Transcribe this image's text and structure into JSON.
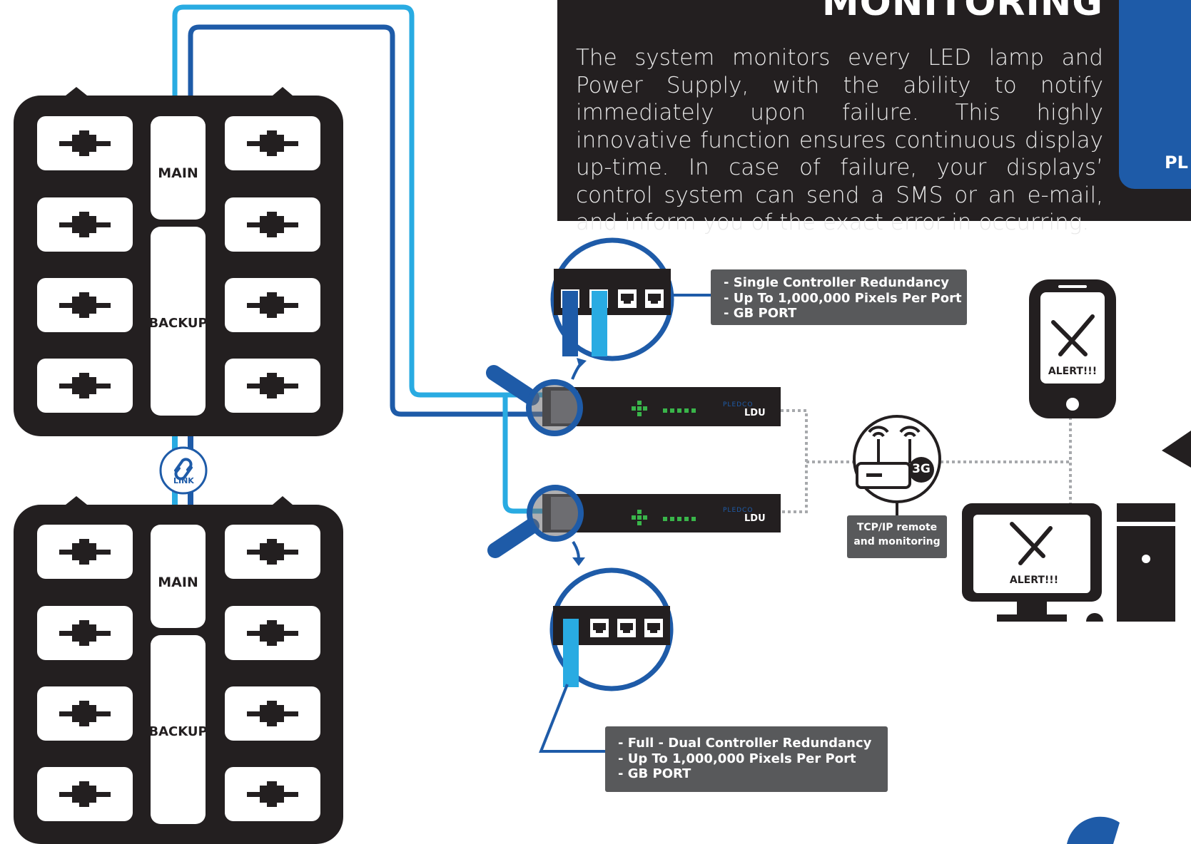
{
  "header": {
    "title": "MONITORING",
    "body": "The system monitors every LED lamp and Power Supply, with the ability to notify immediately upon failure. This highly innovative function ensures continuous display up-time. In case of failure, your displays’ control system can send a SMS or an  e-mail, and inform you of the exact error in occurring."
  },
  "side_tab": {
    "text": "PL"
  },
  "cabinets": [
    {
      "main_label": "MAIN",
      "backup_label": "BACKUP"
    },
    {
      "main_label": "MAIN",
      "backup_label": "BACKUP"
    }
  ],
  "link_label": "LINK",
  "controllers": [
    {
      "brand": "PLEDCO",
      "model": "LDU"
    },
    {
      "brand": "PLEDCO",
      "model": "LDU"
    }
  ],
  "info_top": [
    "- Single Controller Redundancy",
    "- Up To 1,000,000 Pixels Per Port",
    "- GB PORT"
  ],
  "info_bottom": [
    "- Full - Dual Controller Redundancy",
    "- Up To 1,000,000 Pixels Per Port",
    "- GB PORT"
  ],
  "router": {
    "badge": "3G",
    "caption_line1": "TCP/IP remote",
    "caption_line2": "and monitoring"
  },
  "phone": {
    "alert": "ALERT!!!"
  },
  "computer": {
    "alert": "ALERT!!!"
  },
  "colors": {
    "dark": "#231f20",
    "blue": "#1e5ba8",
    "light_blue": "#29abe2",
    "gray_box": "#58595b",
    "led_green": "#39b54a"
  }
}
